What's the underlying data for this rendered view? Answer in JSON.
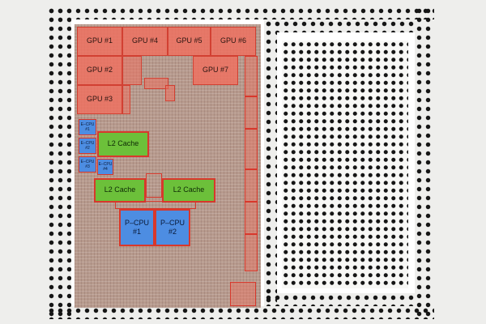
{
  "die": {
    "gpu_labels": [
      "GPU #1",
      "GPU #4",
      "GPU #5",
      "GPU #6",
      "GPU #2",
      "GPU #7",
      "GPU #3"
    ],
    "l2_cache_labels": [
      "L2 Cache",
      "L2 Cache",
      "L2 Cache"
    ],
    "pcpu_labels": [
      {
        "line1": "P–CPU",
        "line2": "#1"
      },
      {
        "line1": "P–CPU",
        "line2": "#2"
      }
    ],
    "ecpu_labels": [
      {
        "line1": "E–CPU",
        "line2": "#1"
      },
      {
        "line1": "E–CPU",
        "line2": "#2"
      },
      {
        "line1": "E–CPU",
        "line2": "#3"
      },
      {
        "line1": "E–CPU",
        "line2": "#4"
      }
    ]
  },
  "colors": {
    "gpu": "#ee705f",
    "cache": "#6cc03a",
    "cpu": "#4d8de2",
    "outline": "#d8382c",
    "solder_balls": "#151515"
  }
}
